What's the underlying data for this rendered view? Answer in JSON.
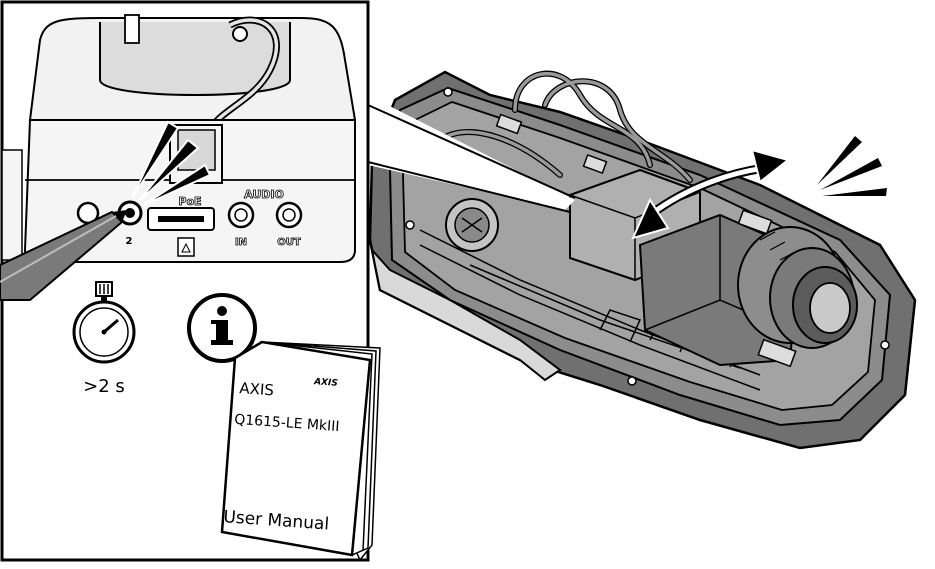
{
  "inset": {
    "port_labels": {
      "poe": "PoE",
      "audio": "AUDIO",
      "in": "IN",
      "out": "OUT",
      "button_number": "2"
    },
    "timer_label": ">2 s"
  },
  "manual": {
    "brand_logo": "AXIS",
    "title_line1": "AXIS",
    "title_line2": "Q1615-LE MkIII",
    "footer": "User Manual"
  },
  "icons": [
    "info-icon",
    "stopwatch-icon",
    "press-burst-icon",
    "shake-burst-icon",
    "bidirectional-arrow-icon"
  ],
  "colors": {
    "ink": "#000000",
    "housing_dark": "#6e6e6e",
    "housing_mid": "#9a9a9a",
    "housing_light": "#c8c8c8",
    "panel": "#f2f2f2"
  }
}
